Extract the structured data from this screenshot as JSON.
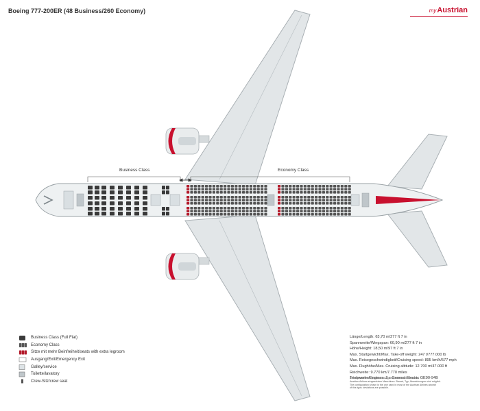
{
  "header": {
    "title": "Boeing 777-200ER (48 Business/260 Economy)",
    "brand_my": "my",
    "brand_name": "Austrian",
    "brand_color": "#c8102e"
  },
  "cabin_labels": {
    "business": "Business Class",
    "economy": "Economy Class"
  },
  "legend": [
    {
      "label": "Business Class (Full Flat)",
      "icon": "business-seat-icon",
      "color": "#3a3a3a"
    },
    {
      "label": "Economy Class",
      "icon": "economy-seat-icon",
      "color": "#555555"
    },
    {
      "label": "Sitze mit mehr Beinfreiheit/seats with extra legroom",
      "icon": "extra-legroom-seat-icon",
      "color": "#b31b2b"
    },
    {
      "label": "Ausgang/Exit/Emergency Exit",
      "icon": "exit-icon",
      "color": "#ffffff"
    },
    {
      "label": "Galley/service",
      "icon": "galley-icon",
      "color": "#dde3e6"
    },
    {
      "label": "Toilette/lavatory",
      "icon": "lavatory-icon",
      "color": "#bfc6ca"
    },
    {
      "label": "Crew-Sitz/crew seat",
      "icon": "crew-seat-icon",
      "color": "#555555"
    }
  ],
  "specs": [
    "Länge/Length: 63,70 m/277 ft 7 in",
    "Spannweite/Wingspan: 60,90 m/277 ft 7 in",
    "Höhe/Height: 18,50 m/97 ft 7 in",
    "Max. Startgewicht/Max. Take-off weight: 247 t/777.000 lb",
    "Max. Reisegeschwindigkeit/Cruising speed: 895 km/h/577 mph",
    "Max. Flughöhe/Max. Cruising altitude: 12.700 m/47.000 ft",
    "Reichweite: 9.770 km/7.770 miles",
    "Triebwerke/Engines: 2 x General Electric GE90-94B"
  ],
  "note": [
    "Die abgebildete Sitzplatzanordnung entspricht der Mehrheit der",
    "Austrian Airlines eingesetzten Maschinen. Bauart, Typ, Abweichungen sind möglich.",
    "The configuration shown is the one used in most of the Austrian Airlines aircraft",
    "of this type; deviations are possible."
  ]
}
